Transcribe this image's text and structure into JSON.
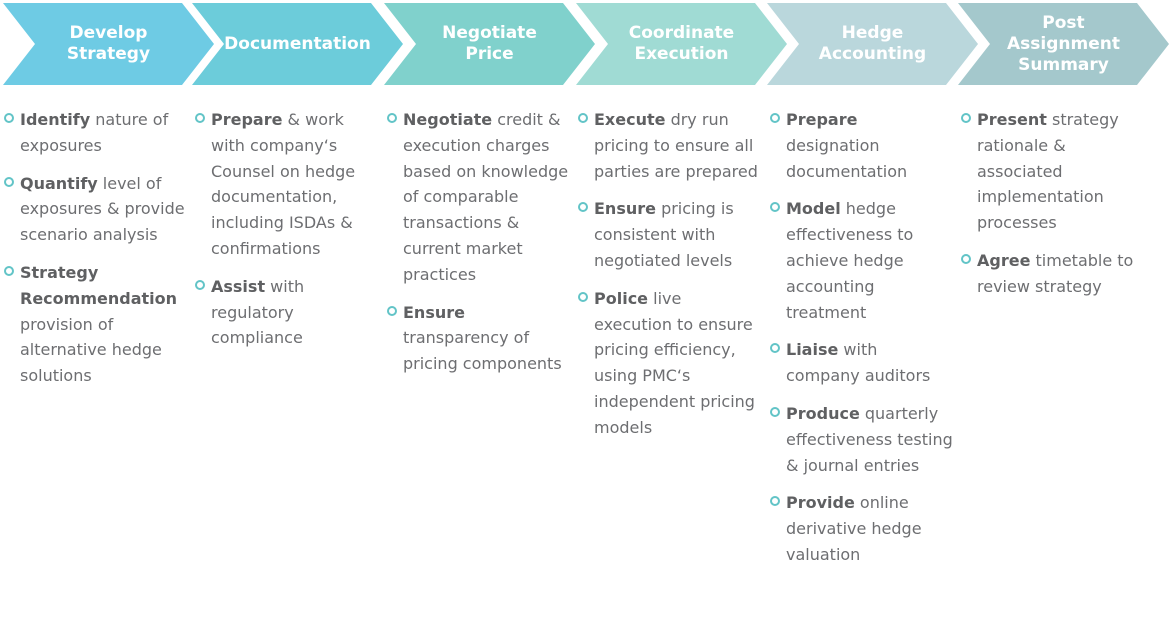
{
  "colors": {
    "stage_fills": [
      "#6ecbe4",
      "#6cccda",
      "#80d1cc",
      "#a0dbd4",
      "#bad7dc",
      "#a4c8cc"
    ],
    "bullet_ring": "#62c4c7",
    "body_text": "#6d6e71"
  },
  "bullet_icon": "ring-bullet-icon",
  "stages": [
    {
      "title": "Develop\nStrategy",
      "items": [
        {
          "bold": "Identify",
          "text": " nature of exposures"
        },
        {
          "bold": "Quantify",
          "text": " level of exposures & provide scenario analysis"
        },
        {
          "bold": "Strategy Recommendation",
          "text": " provision of alternative hedge solutions"
        }
      ]
    },
    {
      "title": "Documentation",
      "items": [
        {
          "bold": "Prepare",
          "text": " & work with company‘s Counsel on hedge documentation, including ISDAs & confirmations"
        },
        {
          "bold": "Assist",
          "text": " with regulatory compliance"
        }
      ]
    },
    {
      "title": "Negotiate\nPrice",
      "items": [
        {
          "bold": "Negotiate",
          "text": " credit & execution charges based on knowledge of comparable transactions & current market practices"
        },
        {
          "bold": "Ensure",
          "text": " transparency of pricing components"
        }
      ]
    },
    {
      "title": "Coordinate\nExecution",
      "items": [
        {
          "bold": "Execute",
          "text": " dry run pricing to ensure all parties are prepared"
        },
        {
          "bold": "Ensure",
          "text": " pricing is consistent with negotiated levels"
        },
        {
          "bold": "Police",
          "text": " live execution to ensure pricing efficiency, using PMC‘s independent pricing models"
        }
      ]
    },
    {
      "title": "Hedge\nAccounting",
      "items": [
        {
          "bold": "Prepare",
          "text": " designation documentation"
        },
        {
          "bold": "Model",
          "text": " hedge effectiveness to achieve hedge accounting treatment"
        },
        {
          "bold": "Liaise",
          "text": " with company auditors"
        },
        {
          "bold": "Produce",
          "text": " quarterly effectiveness testing & journal entries"
        },
        {
          "bold": "Provide",
          "text": " online derivative hedge valuation"
        }
      ]
    },
    {
      "title": "Post\nAssignment\nSummary",
      "items": [
        {
          "bold": "Present",
          "text": " strategy rationale & associated implementation processes"
        },
        {
          "bold": "Agree",
          "text": " timetable to review strategy"
        }
      ]
    }
  ]
}
